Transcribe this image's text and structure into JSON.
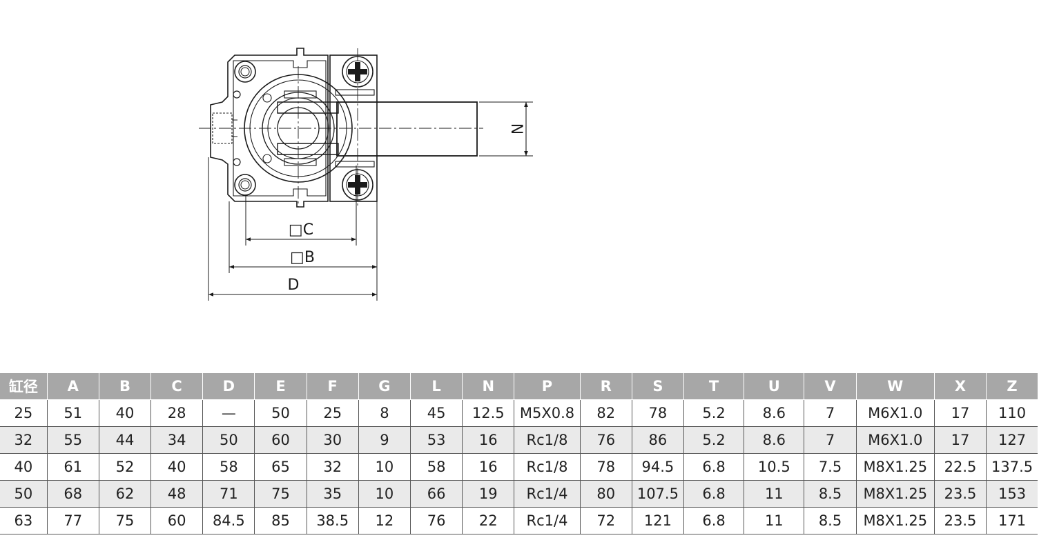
{
  "drawing": {
    "dim_labels": {
      "c": "□C",
      "b": "□B",
      "d": "D",
      "n": "N"
    }
  },
  "table": {
    "headers": [
      "缸径",
      "A",
      "B",
      "C",
      "D",
      "E",
      "F",
      "G",
      "L",
      "N",
      "P",
      "R",
      "S",
      "T",
      "U",
      "V",
      "W",
      "X",
      "Z"
    ],
    "rows": [
      [
        "25",
        "51",
        "40",
        "28",
        "—",
        "50",
        "25",
        "8",
        "45",
        "12.5",
        "M5X0.8",
        "82",
        "78",
        "5.2",
        "8.6",
        "7",
        "M6X1.0",
        "17",
        "110"
      ],
      [
        "32",
        "55",
        "44",
        "34",
        "50",
        "60",
        "30",
        "9",
        "53",
        "16",
        "Rc1/8",
        "76",
        "86",
        "5.2",
        "8.6",
        "7",
        "M6X1.0",
        "17",
        "127"
      ],
      [
        "40",
        "61",
        "52",
        "40",
        "58",
        "65",
        "32",
        "10",
        "58",
        "16",
        "Rc1/8",
        "78",
        "94.5",
        "6.8",
        "10.5",
        "7.5",
        "M8X1.25",
        "22.5",
        "137.5"
      ],
      [
        "50",
        "68",
        "62",
        "48",
        "71",
        "75",
        "35",
        "10",
        "66",
        "19",
        "Rc1/4",
        "80",
        "107.5",
        "6.8",
        "11",
        "8.5",
        "M8X1.25",
        "23.5",
        "153"
      ],
      [
        "63",
        "77",
        "75",
        "60",
        "84.5",
        "85",
        "38.5",
        "12",
        "76",
        "22",
        "Rc1/4",
        "72",
        "121",
        "6.8",
        "11",
        "8.5",
        "M8X1.25",
        "23.5",
        "171"
      ]
    ]
  },
  "colors": {
    "header_bg": "#a7a7a7",
    "header_text": "#ffffff",
    "shaded_row": "#eaeaea",
    "grid": "#555555",
    "line": "#1a1a1a"
  }
}
